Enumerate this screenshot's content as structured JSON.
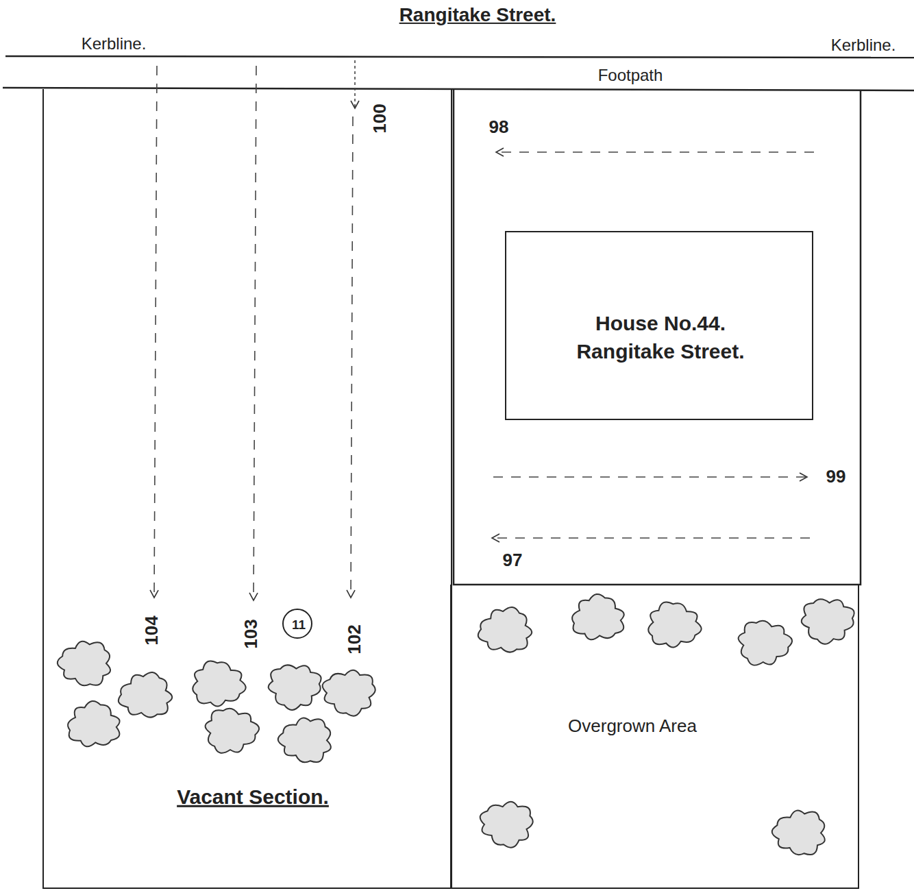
{
  "diagram": {
    "title": "Rangitake Street.",
    "nodes": [
      {
        "text": [
          "Vacant Section."
        ]
      },
      {
        "text": [
          "11"
        ],
        "in": 0
      },
      {
        "text": [
          "House No.44. Rangitake Street."
        ]
      },
      {
        "text": [
          "Overgrown Area"
        ]
      }
    ],
    "labels": [
      "Kerbline.",
      "Kerbline.",
      "Footpath",
      "100",
      "104",
      "103",
      "102",
      "98",
      "99",
      "97"
    ]
  }
}
